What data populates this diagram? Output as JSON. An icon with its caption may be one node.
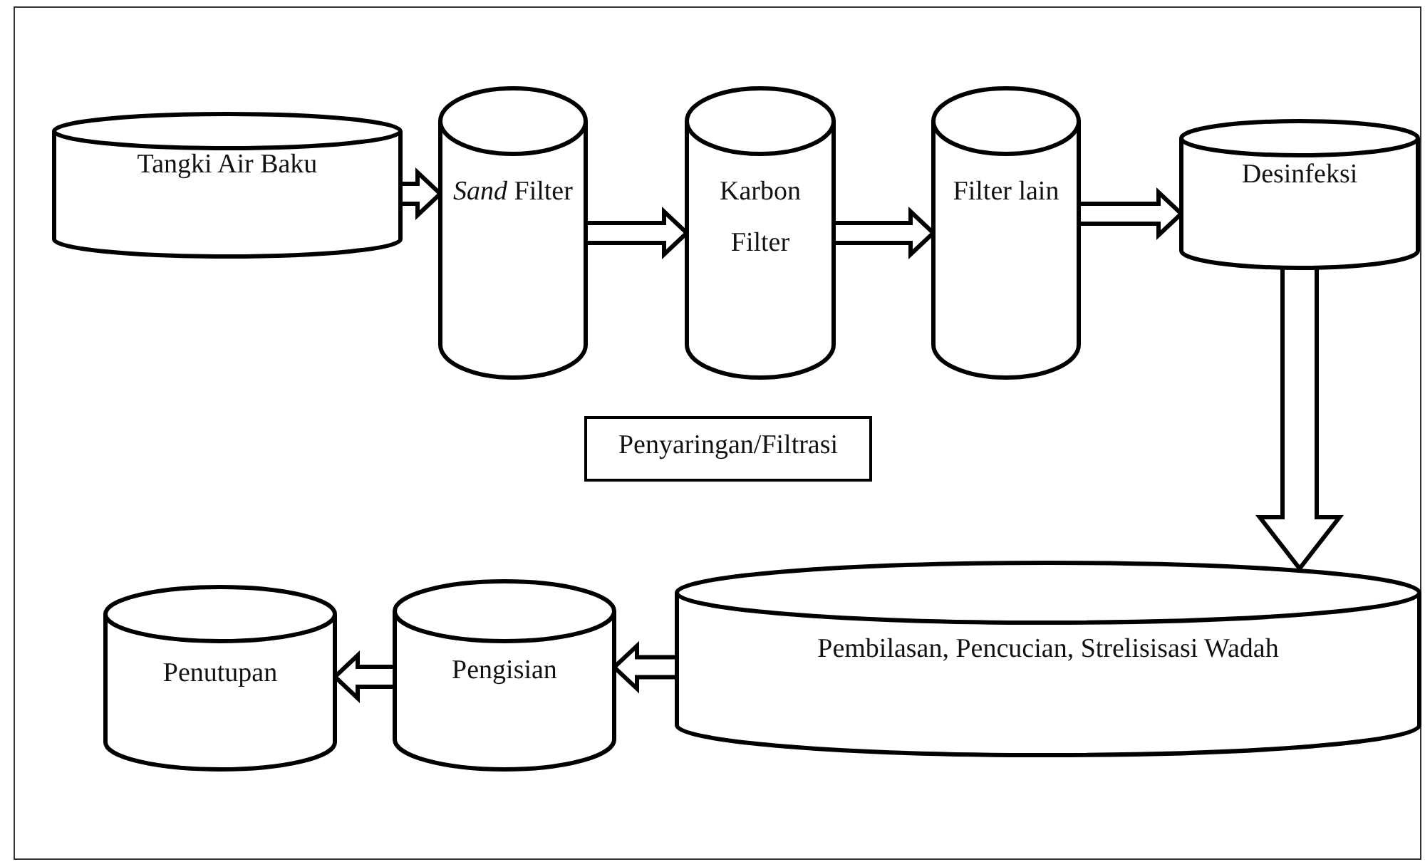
{
  "diagram": {
    "nodes": [
      {
        "text": [
          "Tangki Air Baku"
        ]
      },
      {
        "text": [
          "*Sand* Filter"
        ]
      },
      {
        "text": [
          "Karbon Filter"
        ]
      },
      {
        "text": [
          "Filter lain"
        ]
      },
      {
        "text": [
          "Desinfeksi"
        ]
      },
      {
        "text": [
          "Penyaringan/Filtrasi"
        ]
      },
      {
        "text": [
          "Pembilasan, Pencucian, Strelisisasi Wadah"
        ]
      },
      {
        "text": [
          "Pengisian"
        ]
      },
      {
        "text": [
          "Penutupan"
        ]
      }
    ],
    "edges": [
      {
        "from": 0,
        "to": 1,
        "arrow": "to"
      },
      {
        "from": 1,
        "to": 2,
        "arrow": "to"
      },
      {
        "from": 2,
        "to": 3,
        "arrow": "to"
      },
      {
        "from": 3,
        "to": 4,
        "arrow": "to"
      },
      {
        "from": 4,
        "to": 6,
        "arrow": "to"
      },
      {
        "from": 6,
        "to": 7,
        "arrow": "to"
      },
      {
        "from": 7,
        "to": 8,
        "arrow": "to"
      }
    ]
  }
}
